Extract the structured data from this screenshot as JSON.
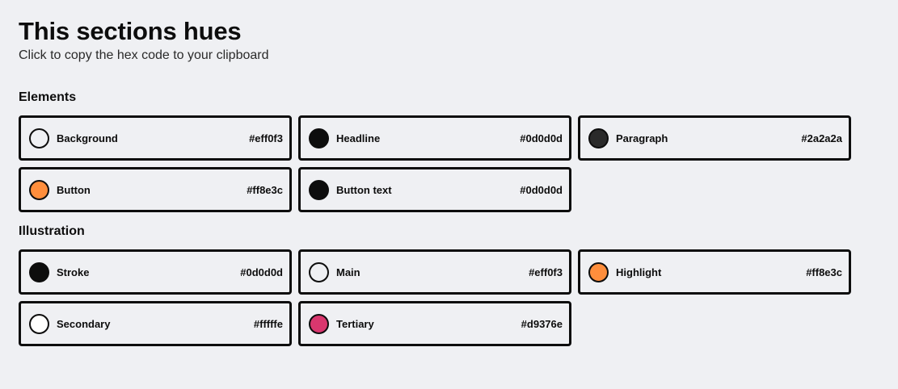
{
  "header": {
    "title": "This sections hues",
    "subtitle": "Click to copy the hex code to your clipboard"
  },
  "sections": [
    {
      "title": "Elements",
      "swatches": [
        {
          "label": "Background",
          "hex": "#eff0f3",
          "color": "#eff0f3"
        },
        {
          "label": "Headline",
          "hex": "#0d0d0d",
          "color": "#0d0d0d"
        },
        {
          "label": "Paragraph",
          "hex": "#2a2a2a",
          "color": "#2a2a2a"
        },
        {
          "label": "Button",
          "hex": "#ff8e3c",
          "color": "#ff8e3c"
        },
        {
          "label": "Button text",
          "hex": "#0d0d0d",
          "color": "#0d0d0d"
        }
      ]
    },
    {
      "title": "Illustration",
      "swatches": [
        {
          "label": "Stroke",
          "hex": "#0d0d0d",
          "color": "#0d0d0d"
        },
        {
          "label": "Main",
          "hex": "#eff0f3",
          "color": "#eff0f3"
        },
        {
          "label": "Highlight",
          "hex": "#ff8e3c",
          "color": "#ff8e3c"
        },
        {
          "label": "Secondary",
          "hex": "#fffffe",
          "color": "#fffffe"
        },
        {
          "label": "Tertiary",
          "hex": "#d9376e",
          "color": "#d9376e"
        }
      ]
    }
  ]
}
